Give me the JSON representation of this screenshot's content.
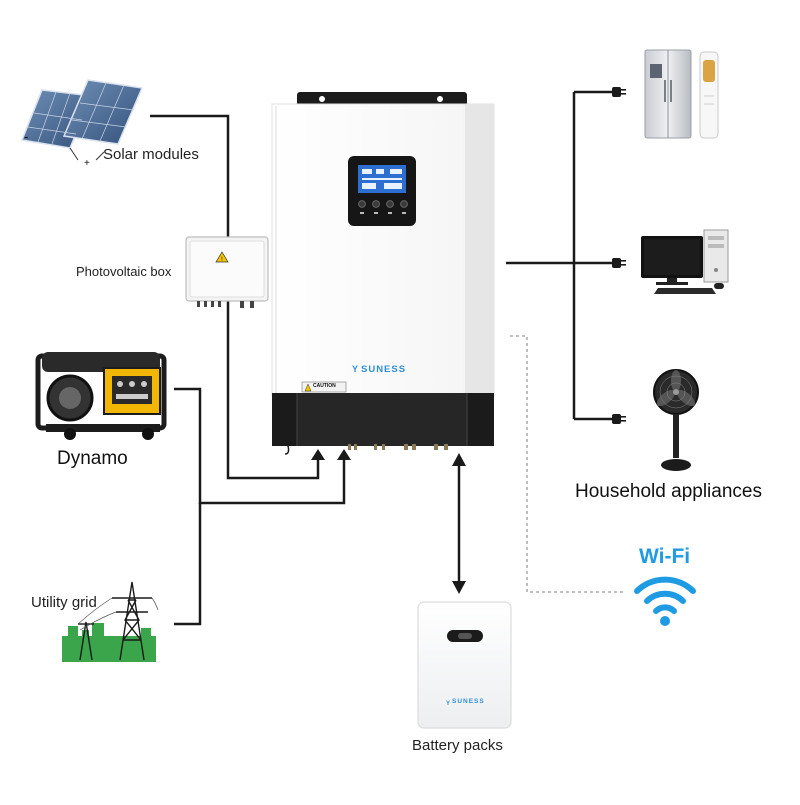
{
  "labels": {
    "solar_modules": "Solar modules",
    "pv_box": "Photovoltaic box",
    "dynamo": "Dynamo",
    "utility_grid": "Utility grid",
    "household_appliances": "Household appliances",
    "battery_packs": "Battery packs",
    "wifi": "Wi-Fi",
    "solar_minus": "-",
    "solar_plus": "+"
  },
  "inverter": {
    "brand": "SUNESS",
    "caution_label": "CAUTION"
  },
  "battery": {
    "brand": "SUNESS"
  },
  "colors": {
    "line": "#1a1a1a",
    "wifi": "#1e9be3",
    "inverter_body": "#f7f7f7",
    "inverter_base": "#1b1b1b",
    "brand_blue": "#2f8fd8",
    "generator_yellow": "#f2b705",
    "grass": "#3aa54a"
  },
  "icons": {
    "solar_panels": "solar-panel-icon",
    "pv_box": "junction-box-icon",
    "generator": "generator-icon",
    "pylon": "power-pylon-icon",
    "fridge": "refrigerator-icon",
    "ac": "air-conditioner-icon",
    "computer": "desktop-computer-icon",
    "fan": "electric-fan-icon",
    "plug": "plug-icon",
    "wifi": "wifi-icon"
  }
}
